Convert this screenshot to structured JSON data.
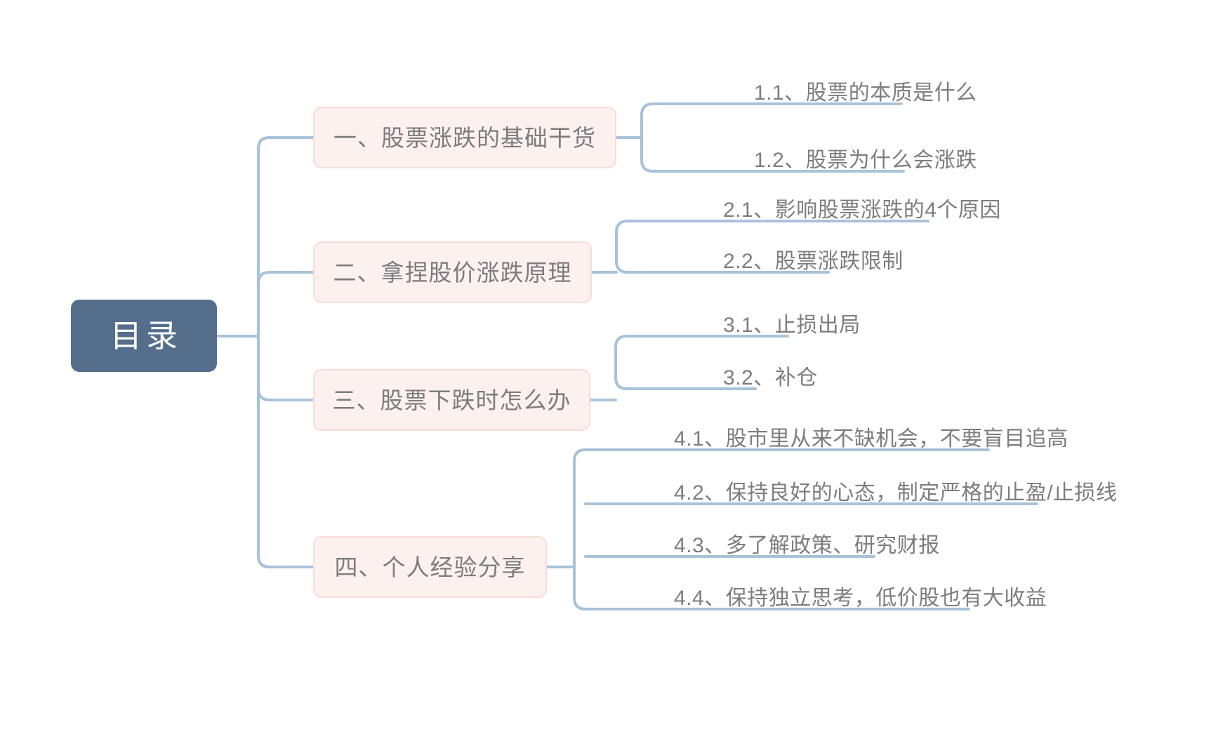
{
  "colors": {
    "background": "#ffffff",
    "root_fill": "#546e8c",
    "root_text": "#ffffff",
    "branch_fill": "#fdf1ef",
    "branch_border": "#f6dcd8",
    "branch_text": "#7c7c7c",
    "leaf_text": "#7d7d7d",
    "connector": "#a8c2d8"
  },
  "root": {
    "label": "目录"
  },
  "branches": [
    {
      "label": "一、股票涨跌的基础干货",
      "children": [
        {
          "label": "1.1、股票的本质是什么"
        },
        {
          "label": "1.2、股票为什么会涨跌"
        }
      ]
    },
    {
      "label": "二、拿捏股价涨跌原理",
      "children": [
        {
          "label": "2.1、影响股票涨跌的4个原因"
        },
        {
          "label": "2.2、股票涨跌限制"
        }
      ]
    },
    {
      "label": "三、股票下跌时怎么办",
      "children": [
        {
          "label": "3.1、止损出局"
        },
        {
          "label": "3.2、补仓"
        }
      ]
    },
    {
      "label": "四、个人经验分享",
      "children": [
        {
          "label": "4.1、股市里从来不缺机会，不要盲目追高"
        },
        {
          "label": "4.2、保持良好的心态，制定严格的止盈/止损线"
        },
        {
          "label": "4.3、多了解政策、研究财报"
        },
        {
          "label": "4.4、保持独立思考，低价股也有大收益"
        }
      ]
    }
  ]
}
